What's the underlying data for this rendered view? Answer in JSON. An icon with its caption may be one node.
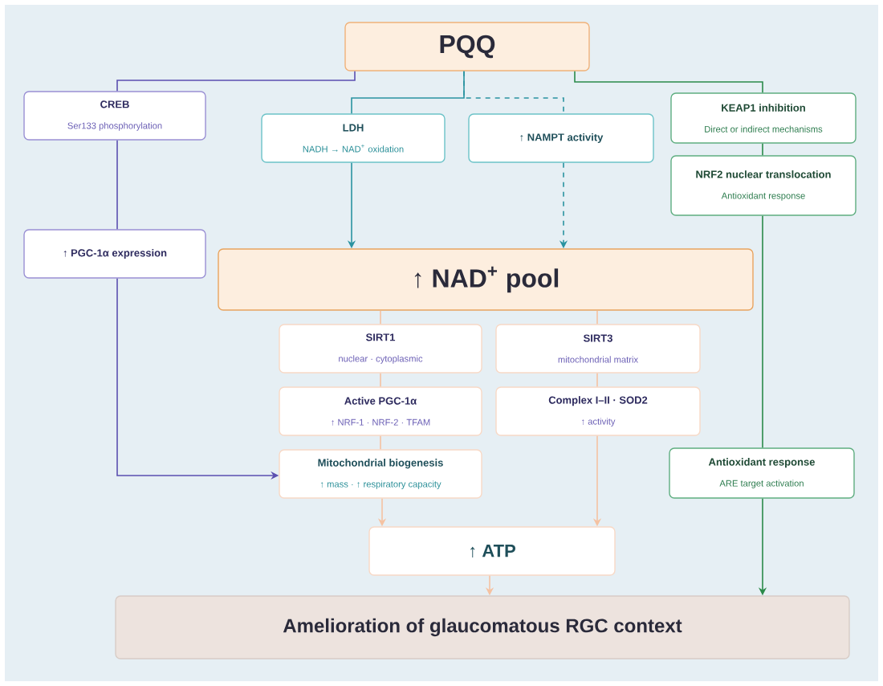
{
  "diagram": {
    "nodes": [
      {
        "text": [
          "PQQ"
        ]
      },
      {
        "text": [
          "CREB",
          "Ser133 phosphorylation"
        ]
      },
      {
        "text": [
          "LDH",
          "NADH → NAD$^{+}$ oxidation"
        ]
      },
      {
        "text": [
          "↑ NAMPT activity"
        ]
      },
      {
        "text": [
          "KEAP1 inhibition",
          "Direct or indirect mechanisms"
        ]
      },
      {
        "text": [
          "NRF2 nuclear translocation",
          "Antioxidant response"
        ]
      },
      {
        "text": [
          "↑ PGC-1α expression"
        ]
      },
      {
        "text": [
          "↑ NAD$^{+}$ pool"
        ]
      },
      {
        "text": [
          "SIRT1",
          "nuclear · cytoplasmic"
        ]
      },
      {
        "text": [
          "SIRT3",
          "mitochondrial matrix"
        ]
      },
      {
        "text": [
          "Active PGC-1α",
          "↑ NRF-1 · NRF-2 · TFAM"
        ]
      },
      {
        "text": [
          "Complex I–II · SOD2",
          "↑ activity"
        ]
      },
      {
        "text": [
          "Mitochondrial biogenesis",
          "↑ mass · ↑ respiratory capacity"
        ]
      },
      {
        "text": [
          "Antioxidant response",
          "ARE target activation"
        ]
      },
      {
        "text": [
          "↑ ATP"
        ]
      },
      {
        "text": [
          "Amelioration of glaucomatous RGC context"
        ]
      }
    ],
    "edges": [
      {
        "from": 0,
        "to": 1,
        "arrow": "none",
        "color": "#5b4fb0"
      },
      {
        "from": 1,
        "to": 6,
        "arrow": "none",
        "color": "#5b4fb0"
      },
      {
        "from": 6,
        "to": 12,
        "arrow": "to",
        "color": "#5b4fb0"
      },
      {
        "from": 0,
        "to": 2,
        "arrow": "none",
        "color": "#2a93a0"
      },
      {
        "from": 0,
        "to": 3,
        "arrow": "none",
        "style": "dashed",
        "color": "#2a93a0"
      },
      {
        "from": 2,
        "to": 7,
        "arrow": "to",
        "color": "#2a93a0"
      },
      {
        "from": 3,
        "to": 7,
        "arrow": "to",
        "style": "dashed",
        "color": "#2a93a0"
      },
      {
        "from": 0,
        "to": 4,
        "arrow": "none",
        "color": "#2b8a4a"
      },
      {
        "from": 4,
        "to": 5,
        "arrow": "none",
        "color": "#2b8a4a"
      },
      {
        "from": 5,
        "to": 13,
        "arrow": "none",
        "color": "#2b8a4a"
      },
      {
        "from": 13,
        "to": 15,
        "arrow": "to",
        "color": "#2b8a4a"
      },
      {
        "from": 7,
        "to": 8,
        "arrow": "none"
      },
      {
        "from": 7,
        "to": 9,
        "arrow": "none"
      },
      {
        "from": 8,
        "to": 10,
        "arrow": "none"
      },
      {
        "from": 10,
        "to": 12,
        "arrow": "none"
      },
      {
        "from": 12,
        "to": 14,
        "arrow": "to"
      },
      {
        "from": 9,
        "to": 11,
        "arrow": "none"
      },
      {
        "from": 11,
        "to": 14,
        "arrow": "to"
      },
      {
        "from": 14,
        "to": 15,
        "arrow": "to"
      }
    ]
  }
}
